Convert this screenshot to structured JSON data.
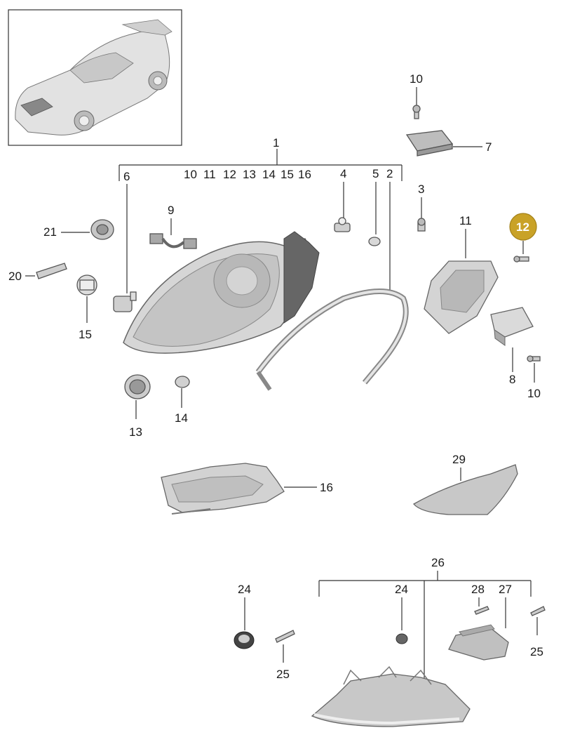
{
  "callouts": {
    "c1": "1",
    "c2": "2",
    "c3": "3",
    "c4": "4",
    "c5": "5",
    "c6": "6",
    "c7": "7",
    "c8": "8",
    "c9": "9",
    "c10a": "10",
    "c10b": "10",
    "c10c": "10",
    "c11a": "11",
    "c11b": "11",
    "c12a": "12",
    "c12_highlight": "12",
    "c13a": "13",
    "c13b": "13",
    "c14a": "14",
    "c14b": "14",
    "c15a": "15",
    "c15b": "15",
    "c16a": "16",
    "c16b": "16",
    "c20": "20",
    "c21": "21",
    "c24a": "24",
    "c24b": "24",
    "c25a": "25",
    "c25b": "25",
    "c26": "26",
    "c27": "27",
    "c28": "28",
    "c29": "29"
  },
  "colors": {
    "highlight_fill": "#c9a227",
    "highlight_text": "#ffffff",
    "part_fill": "#d8d8d8",
    "part_dark": "#9a9a9a"
  }
}
